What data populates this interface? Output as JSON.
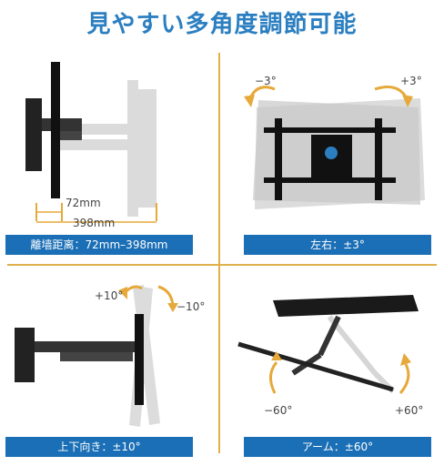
{
  "title": "見やすい多角度調節可能",
  "panels": {
    "depth": {
      "inner": "72mm",
      "outer": "398mm",
      "caption": "離墙距离：72mm–398mm"
    },
    "swivel": {
      "left": "−3°",
      "right": "+3°",
      "caption": "左右：±3°"
    },
    "tilt": {
      "up": "+10°",
      "down": "−10°",
      "caption": "上下向き：±10°"
    },
    "arm": {
      "left": "−60°",
      "right": "+60°",
      "caption": "アーム：±60°"
    }
  },
  "colors": {
    "accent": "#1b6fb6",
    "title": "#2b7fc1",
    "divider": "#e0b04a",
    "arrow": "#e6a93a"
  }
}
